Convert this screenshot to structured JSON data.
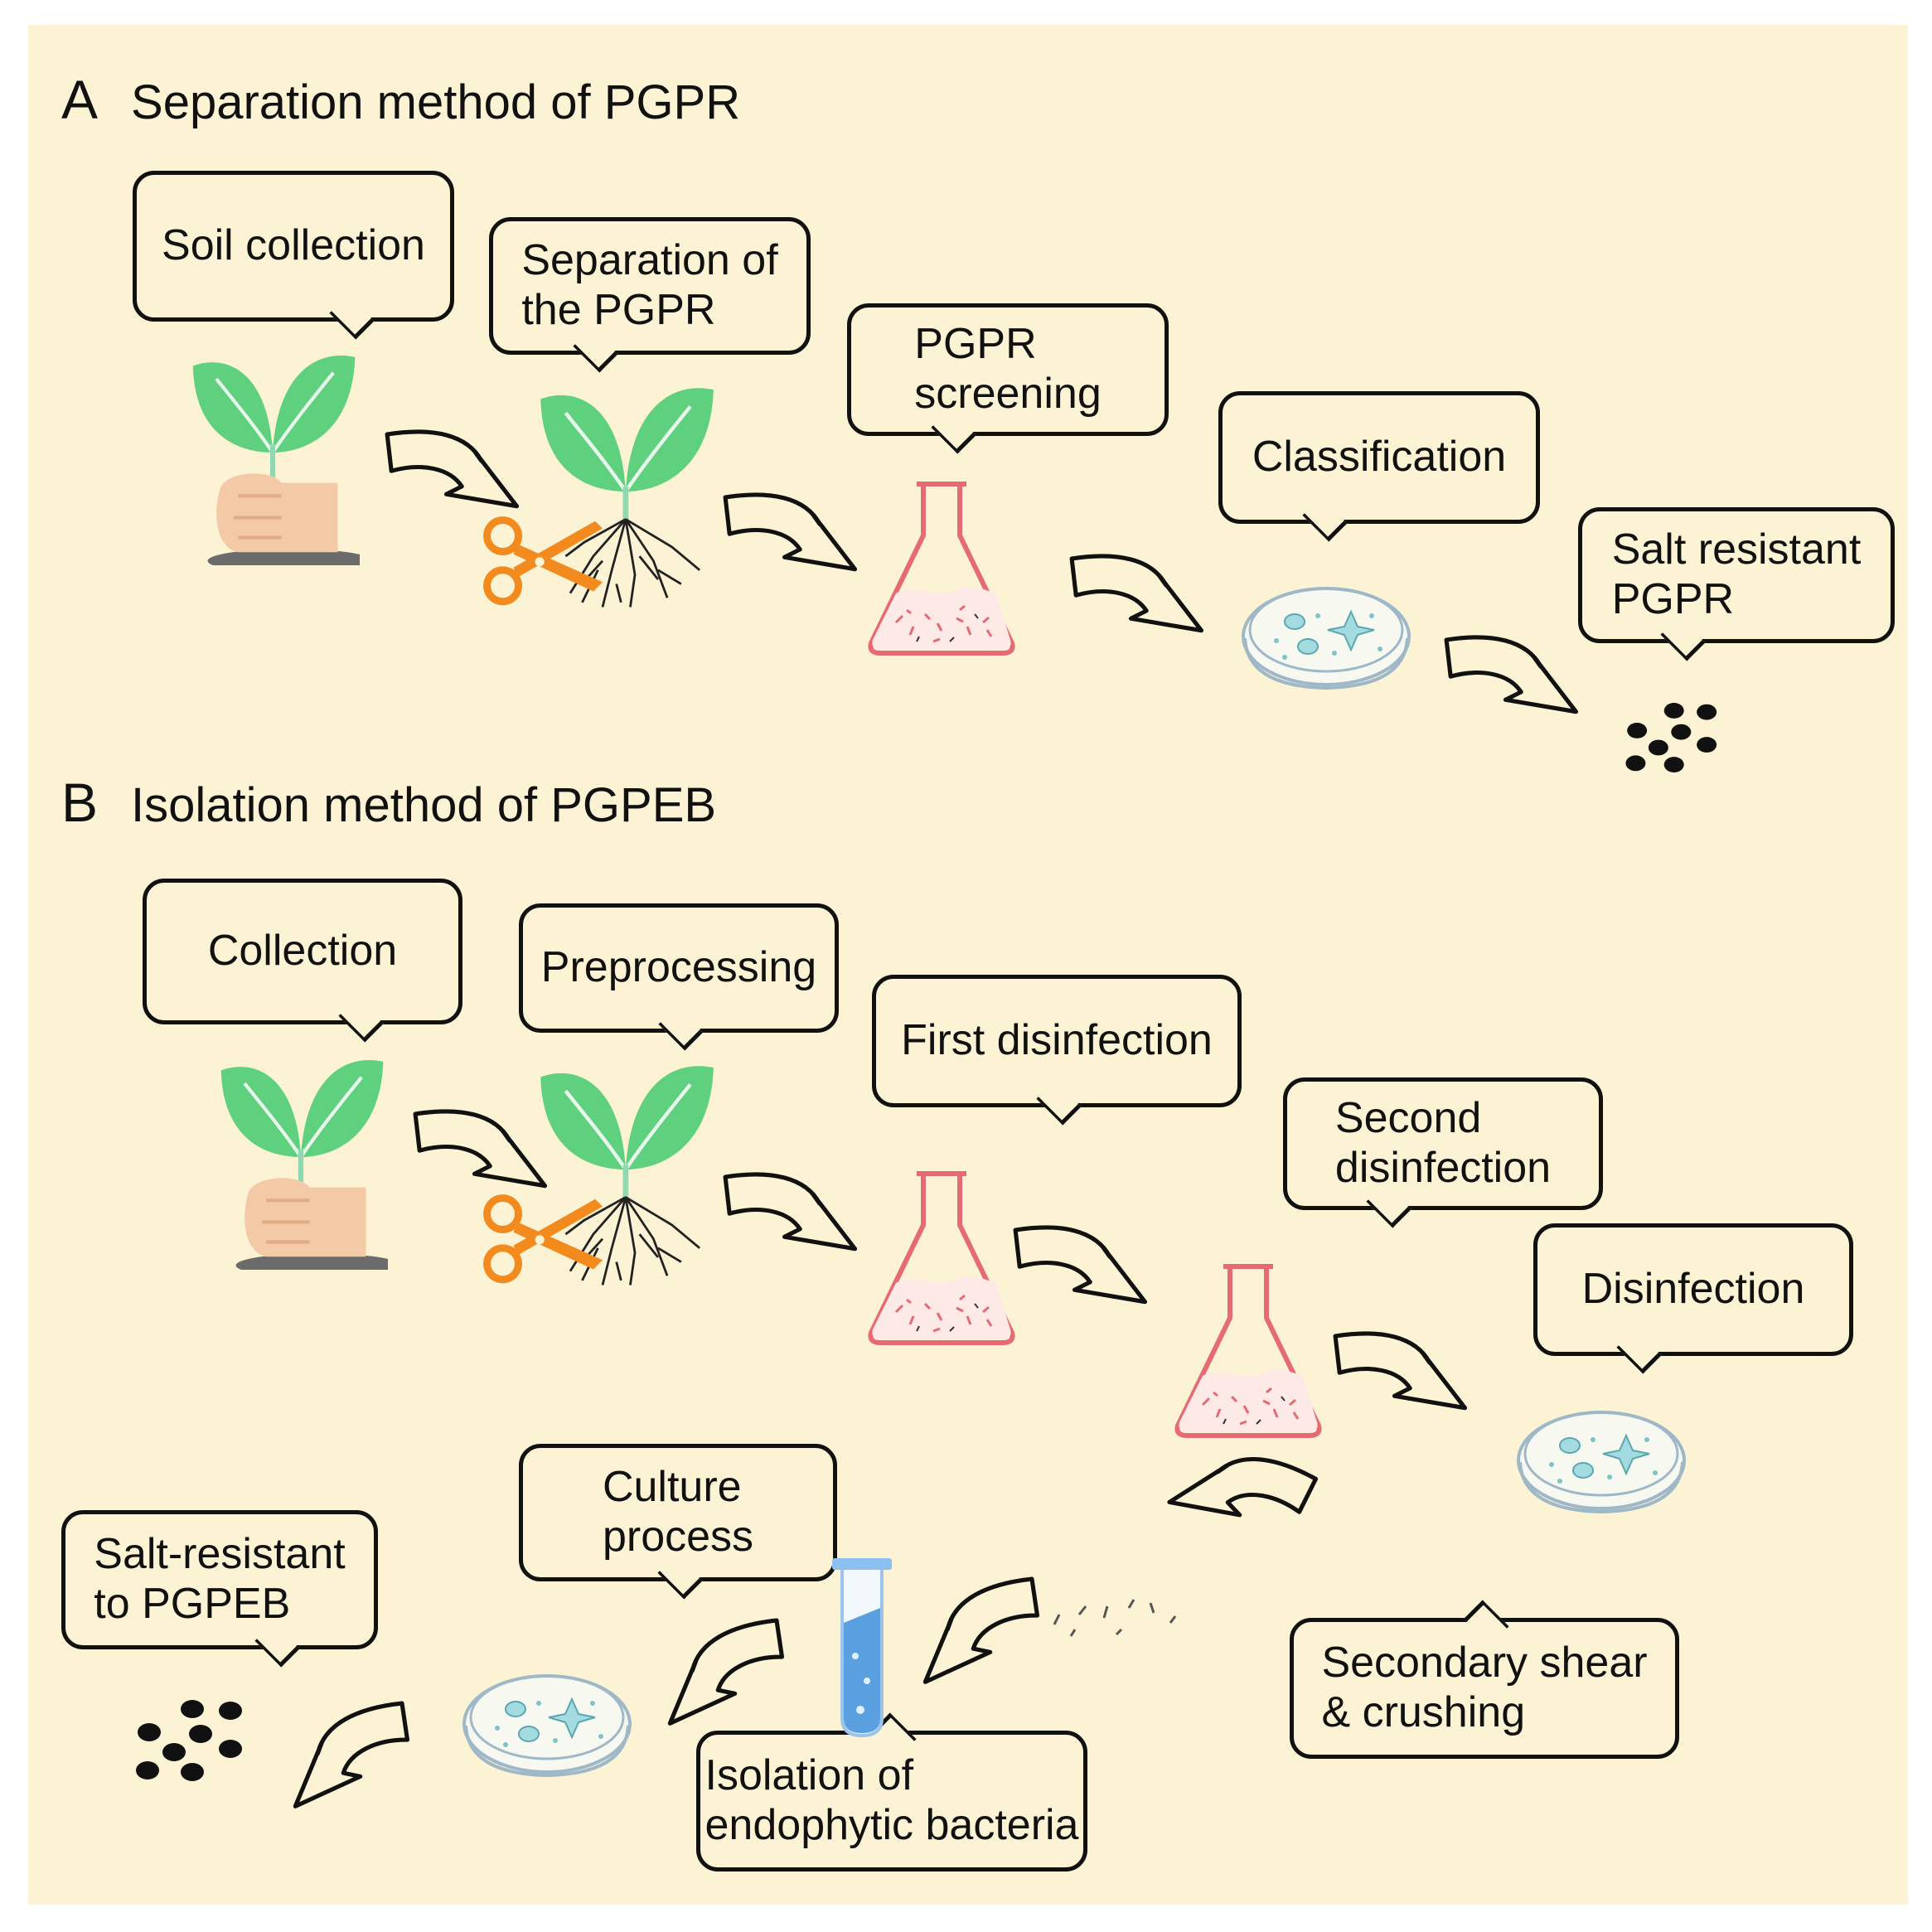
{
  "colors": {
    "background": "#fbf3d4",
    "leaf": "#5fd17e",
    "hand": "#f4c9a6",
    "scissors": "#f28a1e",
    "flask": "#e56a73",
    "dish": "#9fb8c8",
    "tube": "#5a9fe0"
  },
  "panel_a": {
    "letter": "A",
    "title": "Separation method of PGPR",
    "steps": [
      {
        "label": "Soil collection",
        "icon": "hand-plant-icon"
      },
      {
        "label": "Separation of\nthe PGPR",
        "icon": "plant-roots-scissors-icon"
      },
      {
        "label": "PGPR\nscreening",
        "icon": "flask-icon"
      },
      {
        "label": "Classification",
        "icon": "petri-dish-icon"
      },
      {
        "label": "Salt resistant\nPGPR",
        "icon": "bacteria-dots-icon"
      }
    ]
  },
  "panel_b": {
    "letter": "B",
    "title": "Isolation method of PGPEB",
    "steps": [
      {
        "label": "Collection",
        "icon": "hand-plant-icon"
      },
      {
        "label": "Preprocessing",
        "icon": "plant-roots-scissors-icon"
      },
      {
        "label": "First disinfection",
        "icon": "flask-icon"
      },
      {
        "label": "Second\ndisinfection",
        "icon": "flask-icon"
      },
      {
        "label": "Disinfection",
        "icon": "petri-dish-icon"
      },
      {
        "label": "Secondary shear\n& crushing",
        "icon": "scissors-fragments-icon"
      },
      {
        "label": "Isolation of\nendophytic bacteria",
        "icon": "test-tube-icon"
      },
      {
        "label": "Culture\nprocess",
        "icon": "petri-dish-icon"
      },
      {
        "label": "Salt-resistant\nto PGPEB",
        "icon": "bacteria-dots-icon"
      }
    ]
  }
}
